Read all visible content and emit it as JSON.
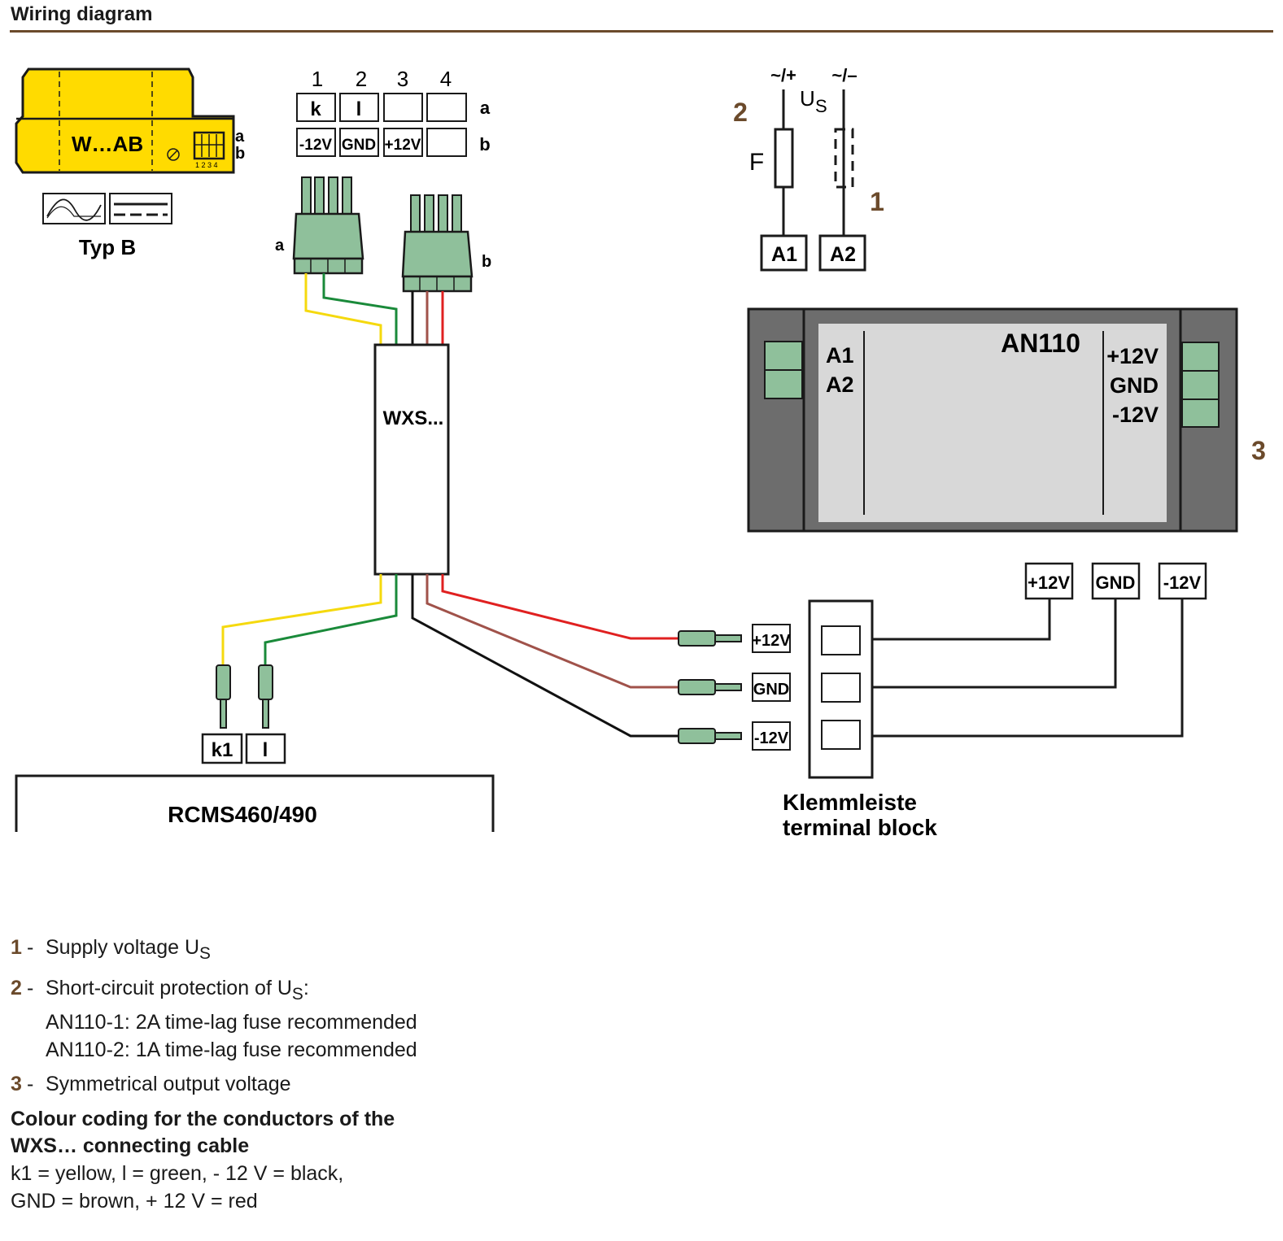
{
  "heading": "Wiring diagram",
  "colors": {
    "accent": "#6b4a2b",
    "device_yellow": "#ffdb00",
    "connector_green": "#8fc09b",
    "wire_yellow": "#f5d90e",
    "wire_green": "#1a8a3a",
    "wire_black": "#111111",
    "wire_brown": "#a0524a",
    "wire_red": "#e02020",
    "an110_frame": "#6d6d6d",
    "an110_panel": "#d8d8d8"
  },
  "sensor": {
    "model": "W…AB",
    "row_a": "a",
    "row_b": "b",
    "pin_numbers": "1 2 3 4",
    "type_label": "Typ B"
  },
  "terminal_table": {
    "columns": [
      "1",
      "2",
      "3",
      "4"
    ],
    "row_a": {
      "label": "a",
      "cells": [
        "k",
        "l",
        "",
        ""
      ]
    },
    "row_b": {
      "label": "b",
      "cells": [
        "-12V",
        "GND",
        "+12V",
        ""
      ]
    }
  },
  "connectors": {
    "a": "a",
    "b": "b"
  },
  "cable": {
    "label": "WXS..."
  },
  "supply": {
    "plus_label": "~/+",
    "minus_label": "~/–",
    "us_label": "U",
    "us_sub": "S",
    "fuse_label": "F",
    "callout_fuse": "2",
    "callout_supply": "1",
    "terminal_a1": "A1",
    "terminal_a2": "A2"
  },
  "an110": {
    "title": "AN110",
    "left_terminals": [
      "A1",
      "A2"
    ],
    "right_terminals": [
      "+12V",
      "GND",
      "-12V"
    ],
    "callout": "3"
  },
  "output_labels": [
    "+12V",
    "GND",
    "-12V"
  ],
  "wire_end_labels": [
    "+12V",
    "GND",
    "-12V"
  ],
  "terminal_block": {
    "line1": "Klemmleiste",
    "line2": "terminal block"
  },
  "rcms": {
    "label": "RCMS460/490",
    "terminals": [
      "k1",
      "l"
    ]
  },
  "legend": [
    {
      "num": "1",
      "text": "Supply voltage U",
      "sub": "S",
      "lines": []
    },
    {
      "num": "2",
      "text": "Short-circuit protection of U",
      "sub": "S",
      "suffix": ":",
      "lines": [
        "AN110-1: 2A time-lag fuse recommended",
        "AN110-2: 1A time-lag fuse recommended"
      ]
    },
    {
      "num": "3",
      "text": "Symmetrical output voltage",
      "lines": []
    }
  ],
  "colour_coding": {
    "title_line1": "Colour coding for the conductors of the",
    "title_line2": "WXS… connecting cable",
    "line1": "k1 = yellow, l = green, - 12 V = black,",
    "line2": "GND = brown, + 12 V = red"
  }
}
